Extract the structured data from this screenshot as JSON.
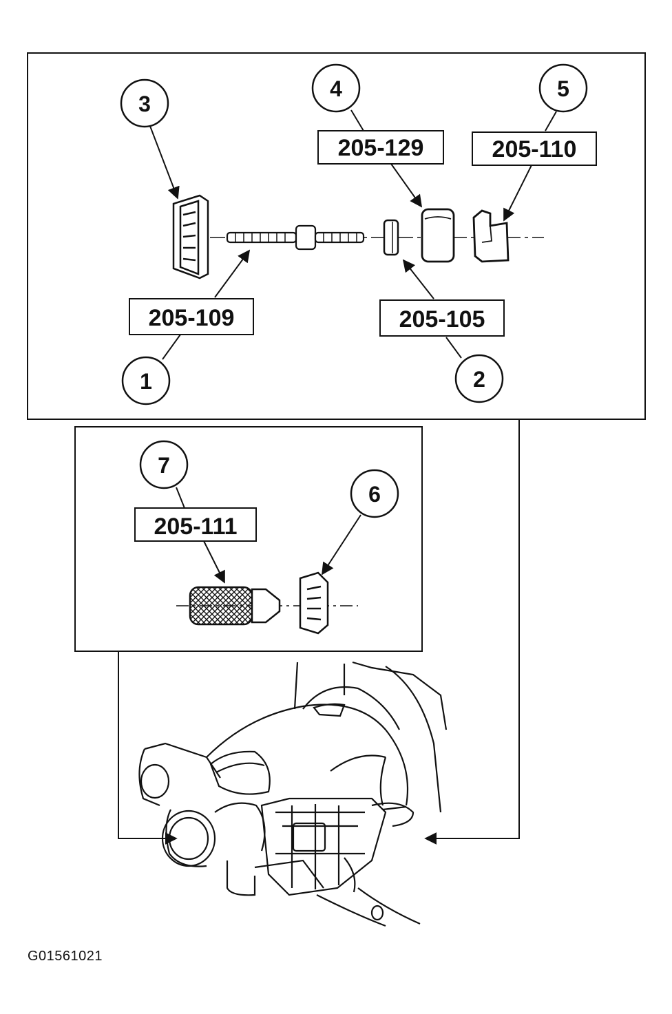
{
  "figure_id": "G01561021",
  "callouts": [
    {
      "number": "1",
      "tool": "205-109"
    },
    {
      "number": "2",
      "tool": "205-105"
    },
    {
      "number": "3",
      "tool": ""
    },
    {
      "number": "4",
      "tool": "205-129"
    },
    {
      "number": "5",
      "tool": "205-110"
    },
    {
      "number": "6",
      "tool": ""
    },
    {
      "number": "7",
      "tool": "205-111"
    }
  ],
  "colors": {
    "ink": "#111111",
    "background": "#ffffff"
  }
}
